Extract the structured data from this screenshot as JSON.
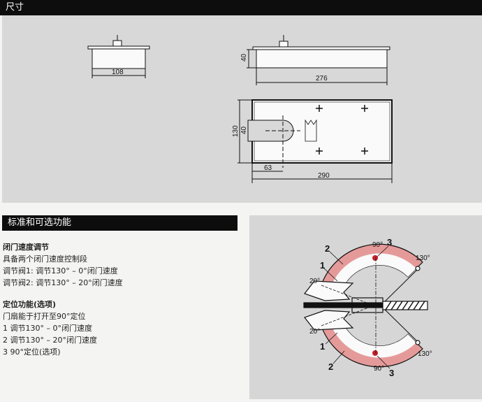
{
  "header": {
    "title": "尺寸"
  },
  "dimensions": {
    "d108": "108",
    "d40a": "40",
    "d276": "276",
    "d130": "130",
    "d40b": "40",
    "d63": "63",
    "d290": "290"
  },
  "features": {
    "title": "标准和可选功能",
    "closing_speed": {
      "heading": "闭门速度调节",
      "lines": [
        "具备两个闭门速度控制段",
        "调节阀1:  调节130° – 0°闭门速度",
        "调节阀2:  调节130° – 20°闭门速度"
      ]
    },
    "hold_open": {
      "heading": "定位功能(选项)",
      "lines": [
        "门扇能于打开至90°定位",
        "1  调节130° – 0°闭门速度",
        "2  调节130° – 20°闭门速度",
        "3  90°定位(选项)"
      ]
    }
  },
  "diagram": {
    "a90": "90°",
    "a130": "130°",
    "a20": "20°",
    "n1": "1",
    "n2": "2",
    "n3": "3",
    "colors": {
      "band": "#e59a9a",
      "dot": "#c8202a"
    }
  }
}
